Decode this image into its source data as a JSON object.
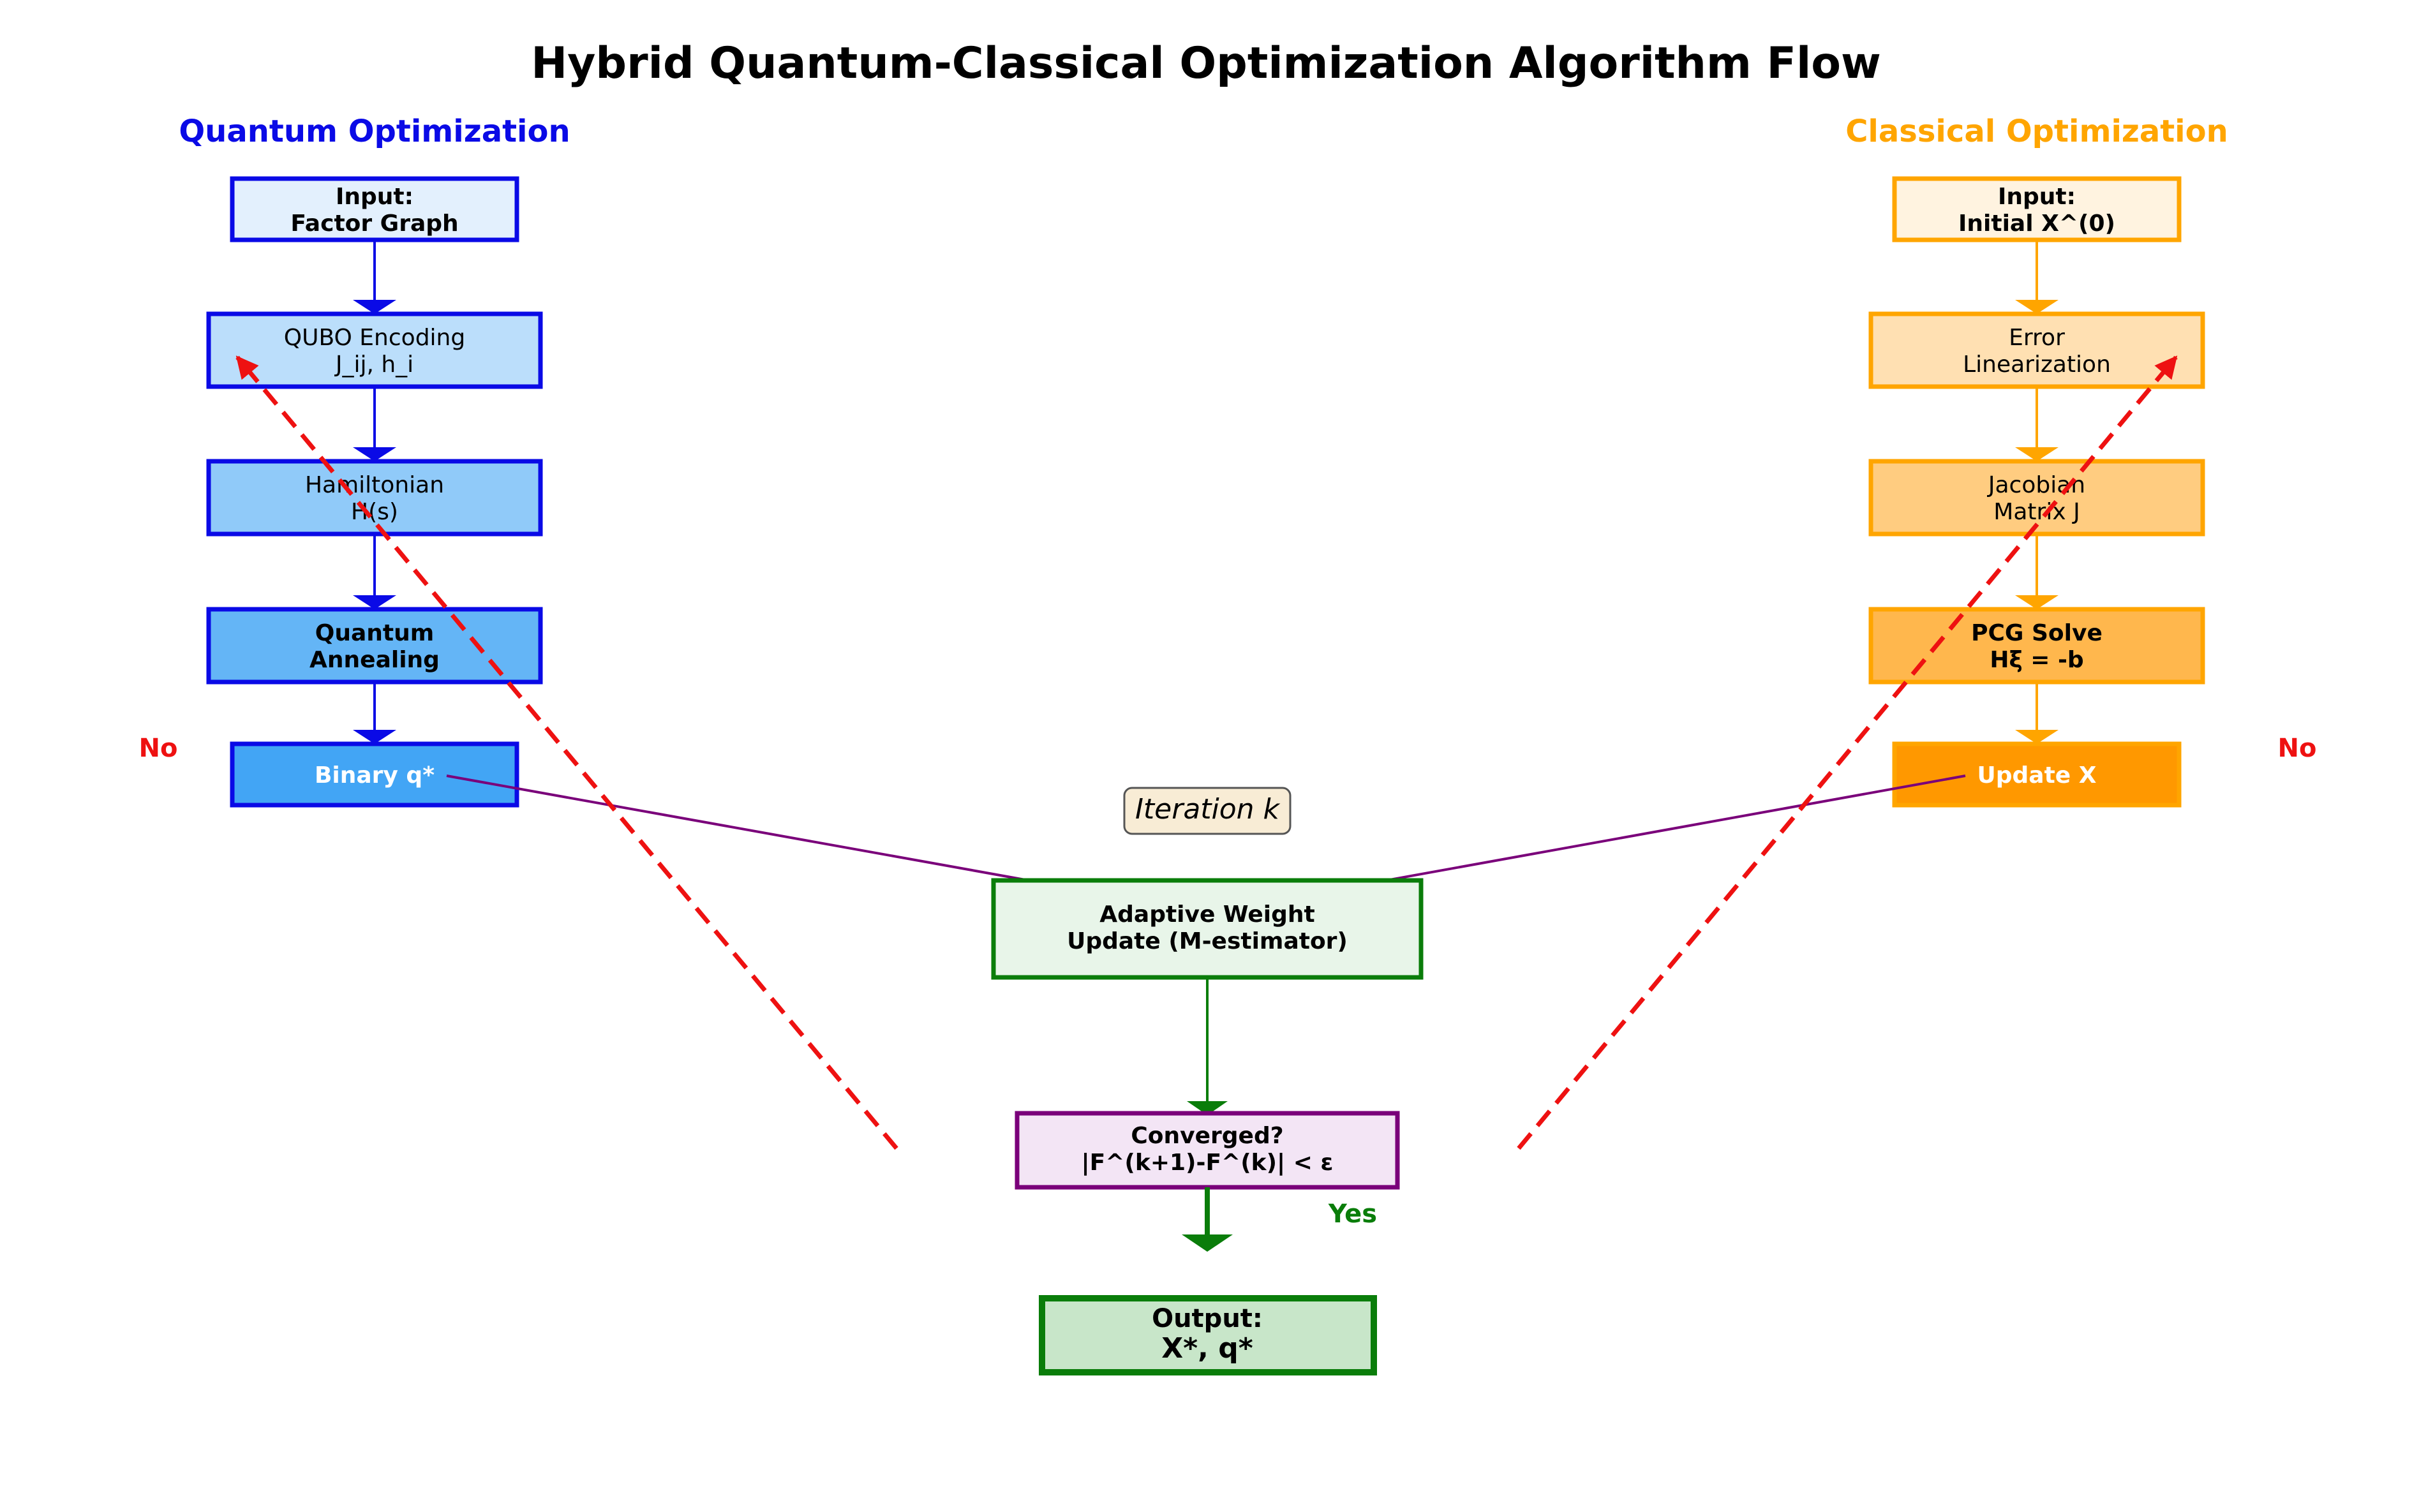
{
  "title": "Hybrid Quantum-Classical Optimization Algorithm Flow",
  "colors": {
    "quantum": "#0a0ae6",
    "classical": "#ffa500",
    "feedback": "#7a007a",
    "loop": "#ee1111",
    "center": "#0a7d0a"
  },
  "quantum": {
    "header": "Quantum Optimization",
    "boxes": [
      {
        "lines": [
          "Input:",
          "Factor Graph"
        ],
        "bold": true,
        "fill": "#e3f0fd"
      },
      {
        "lines": [
          "QUBO Encoding",
          "J_ij, h_i"
        ],
        "bold": false,
        "fill": "#bbdefb"
      },
      {
        "lines": [
          "Hamiltonian",
          "H(s)"
        ],
        "bold": false,
        "fill": "#90caf9"
      },
      {
        "lines": [
          "Quantum",
          "Annealing"
        ],
        "bold": true,
        "fill": "#64b5f6"
      },
      {
        "lines": [
          "Binary q*"
        ],
        "bold": true,
        "fill": "#42a5f5",
        "text_color": "#ffffff"
      }
    ]
  },
  "classical": {
    "header": "Classical Optimization",
    "boxes": [
      {
        "lines": [
          "Input:",
          "Initial X^(0)"
        ],
        "bold": true,
        "fill": "#fff3e0"
      },
      {
        "lines": [
          "Error",
          "Linearization"
        ],
        "bold": false,
        "fill": "#ffe0b2"
      },
      {
        "lines": [
          "Jacobian",
          "Matrix J"
        ],
        "bold": false,
        "fill": "#ffcc80"
      },
      {
        "lines": [
          "PCG Solve",
          "Hξ = -b"
        ],
        "bold": true,
        "fill": "#ffb74d"
      },
      {
        "lines": [
          "Update X"
        ],
        "bold": true,
        "fill": "#ff9800",
        "text_color": "#ffffff"
      }
    ]
  },
  "iteration_label": "Iteration k",
  "weight_box": {
    "lines": [
      "Adaptive Weight",
      "Update (M-estimator)"
    ],
    "fill": "#e8f5e9"
  },
  "converge_box": {
    "lines": [
      "Converged?",
      "|F^(k+1)-F^(k)| < ε"
    ],
    "fill": "#f3e5f5"
  },
  "output_box": {
    "lines": [
      "Output:",
      "X*, q*"
    ],
    "fill": "#c8e6c9"
  },
  "labels": {
    "no_left": "No",
    "no_right": "No",
    "yes": "Yes"
  }
}
